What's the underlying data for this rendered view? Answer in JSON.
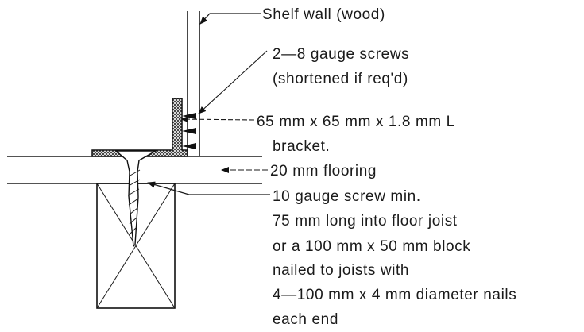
{
  "labels": {
    "shelf_wall": "Shelf wall (wood)",
    "screws": [
      "2—8 gauge screws",
      "(shortened if req'd)"
    ],
    "bracket": [
      "65 mm x 65 mm x 1.8 mm L",
      "bracket."
    ],
    "flooring": "20 mm flooring",
    "joist_screw": [
      "10 gauge screw min.",
      "75 mm long into floor joist",
      "or a 100 mm x 50 mm block",
      "nailed to joists with",
      "4—100 mm x 4 mm diameter nails",
      "each end"
    ]
  }
}
